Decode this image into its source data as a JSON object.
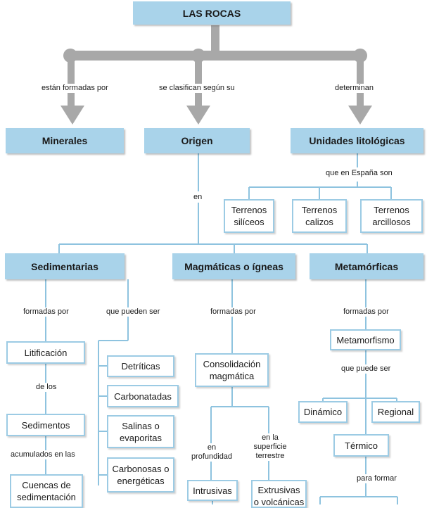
{
  "title": "LAS ROCAS",
  "top_links": {
    "left": "están formadas por",
    "center": "se clasifican según su",
    "right": "determinan"
  },
  "level1": {
    "minerales": "Minerales",
    "origen": "Origen",
    "unidades": "Unidades litológicas"
  },
  "unidades_link": "que en España son",
  "terrenos": [
    {
      "line1": "Terrenos",
      "line2": "silíceos"
    },
    {
      "line1": "Terrenos",
      "line2": "calizos"
    },
    {
      "line1": "Terrenos",
      "line2": "arcillosos"
    }
  ],
  "origen_link": "en",
  "types": {
    "sedimentarias": "Sedimentarias",
    "magmaticas": "Magmáticas o ígneas",
    "metamorficas": "Metamórficas"
  },
  "sedimentarias": {
    "formadas_label": "formadas por",
    "pueden_label": "que pueden ser",
    "litificacion": "Litificación",
    "de_los": "de los",
    "sedimentos": "Sedimentos",
    "acumulados": "acumulados en las",
    "cuencas_l1": "Cuencas de",
    "cuencas_l2": "sedimentación",
    "kinds": [
      {
        "line1": "Detríticas",
        "line2": ""
      },
      {
        "line1": "Carbonatadas",
        "line2": ""
      },
      {
        "line1": "Salinas o",
        "line2": "evaporitas"
      },
      {
        "line1": "Carbonosas o",
        "line2": "energéticas"
      }
    ]
  },
  "magmaticas": {
    "formadas_label": "formadas por",
    "consolidacion_l1": "Consolidación",
    "consolidacion_l2": "magmática",
    "en_prof_l1": "en",
    "en_prof_l2": "profundidad",
    "en_sup_l1": "en la",
    "en_sup_l2": "superficie",
    "en_sup_l3": "terrestre",
    "intrusivas": "Intrusivas",
    "extrusivas_l1": "Extrusivas",
    "extrusivas_l2": "o volcánicas"
  },
  "metamorficas": {
    "formadas_label": "formadas por",
    "metamorfismo": "Metamorfismo",
    "puede_label": "que puede ser",
    "dinamico": "Dinámico",
    "regional": "Regional",
    "termico": "Térmico",
    "para_formar": "para formar"
  },
  "colors": {
    "header_fill": "#a9d3ea",
    "box_border": "#9ccbe4",
    "connector": "#8ec3df",
    "arrow_gray": "#a8a8a8"
  }
}
